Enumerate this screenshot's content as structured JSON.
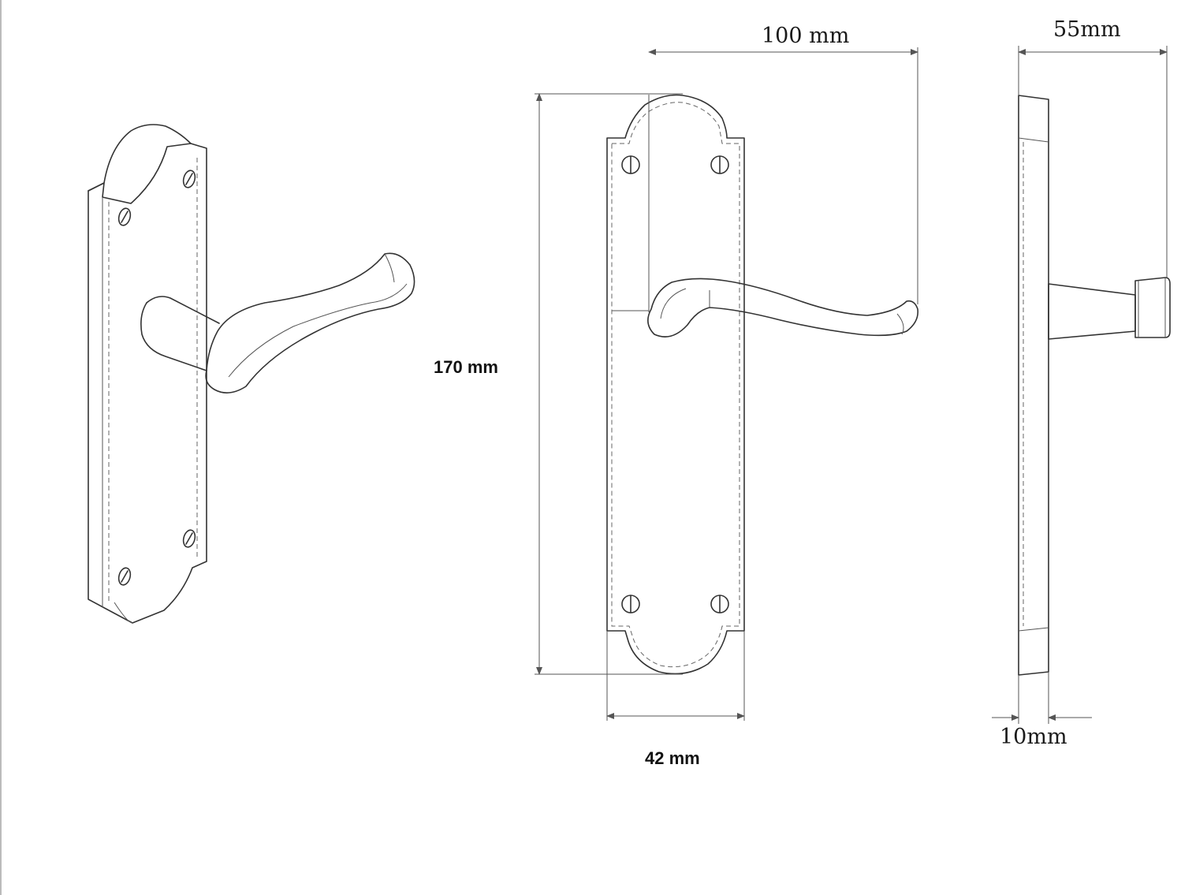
{
  "dimensions": {
    "width_handle": "100 mm",
    "projection": "55mm",
    "height": "170 mm",
    "plate_width": "42 mm",
    "plate_thickness": "10mm"
  }
}
